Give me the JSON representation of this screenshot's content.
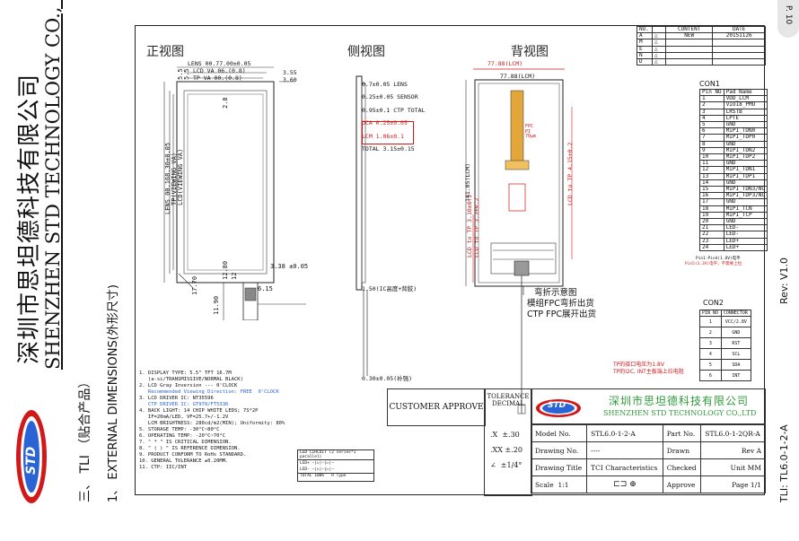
{
  "page": {
    "number": "P. 10",
    "company_cn": "深圳市思坦德科技有限公司",
    "company_en": "SHENZHEN STD TECHNOLOGY CO., LTD",
    "section": "三、 TLI （贴合产品）",
    "subsection": "1、 EXTERNAL DIMENSIONS(外形尺寸)",
    "model_footer": "TLI: TL6.0-1-2-A",
    "rev_footer": "Rev: V1.0",
    "logo_text": "STD"
  },
  "drawing": {
    "view_front": "正视图",
    "view_side": "侧视图",
    "view_back": "背视图",
    "dims_front": [
      "LENS 00.168.30±0.05",
      "TP(VIEWING VA)",
      "LCD(VIEWING VA)",
      "2.8",
      "5.5",
      "5.5",
      "17.70",
      "11.90",
      "6.15",
      "12",
      "12.80",
      "3.38 ±0.05"
    ],
    "dims_front_top": [
      "LENS 00.77.00±0.05",
      "LCD VA 06.(0.8)",
      "TP VA 00.(0.8)",
      "3.55",
      "3.60"
    ],
    "dims_side": [
      "0.7±0.05 LENS",
      "0.25±0.05 SENSOR",
      "0.95±0.1 CTP TOTAL",
      "OCA 0.25±0.05",
      "LCM 1.06±0.1",
      "TOTAL 3.15±0.15",
      "1.50(IC高度+背胶)",
      "0.30±0.05(补强)"
    ],
    "dims_back": [
      "77.88(LCM)",
      "141.05(LCM)",
      "LCD to TP 3.10±0.2",
      "LCD to TP 4.15±0.2",
      "LCD to TP 3.3±0.2"
    ],
    "bend_notes": [
      "弯折示意图",
      "模组FPC弯折出货",
      "CTP FPC展开出货"
    ],
    "fpc_label": "FPC\nPI\n70μm",
    "tp_notes": [
      "TP的接口电压为1.8V",
      "TP的I2C, INT主板端上拉电阻"
    ],
    "pin_notes": [
      "Pin1-Pin4(1.8V)电平",
      "Pin5(3.3V)电平，不需要上拉"
    ],
    "notes": [
      "1. DISPLAY TYPE: 5.5\" TFT 16.7M",
      "   (a-si/TRANSMISSIVE/NORMAL BLACK)",
      "2. LCD Gray Inversion --- 0'CLOCK",
      "   Recommended Viewing Direction: FREE  0'CLOCK",
      "3. LCD DRIVER IC: NT35596",
      "   CTP DRIVER IC: GT970/FT5336",
      "4. BACK LIGHT: 14 CHIP WHITE LEDS; 7S*2P",
      "   IF=20mA/LED, VF=25.7+/-1.2V",
      "   LCM BRIGHTNESS: 280cd/m2(MIN); Uniformity: 80%",
      "5. STORAGE TEMP: -30°C~80°C",
      "6. OPERATING TEMP: -20°C~70°C",
      "7. \" * \" IS CRITICAL DIMENSION.",
      "8. \" ( ) \" IS REFERENCE DIMENSION.",
      "9. PRODUCT CONFORM TO RoHs STANDARD.",
      "10. GENERAL TOLERANCE ±0.20MM.",
      "11. CTP: IIC/INT"
    ],
    "led_circuit": {
      "title": "LED CIRCUIT (2 series*1 parallel)",
      "row1": "LED+",
      "row2": "LED-",
      "foot1": "TOTAL 100%",
      "foot2": "R Type"
    }
  },
  "revision": {
    "headers": [
      "NO.",
      "CONTENT",
      "DATE"
    ],
    "letters": [
      "A",
      "M",
      "E",
      "N",
      "D"
    ],
    "rows": [
      [
        "",
        "NEW",
        "20151126"
      ],
      [
        "",
        "",
        ""
      ],
      [
        "",
        "",
        ""
      ],
      [
        "",
        "",
        ""
      ],
      [
        "",
        "",
        ""
      ]
    ]
  },
  "con1": {
    "title": "CON1",
    "header": [
      "Pin NO",
      "Pad Name"
    ],
    "pins": [
      [
        "1",
        "VDD_LCM"
      ],
      [
        "2",
        "VIO18_PMU"
      ],
      [
        "3",
        "LRSTB"
      ],
      [
        "4",
        "LPTE"
      ],
      [
        "5",
        "GND"
      ],
      [
        "6",
        "MIPI_TDN0"
      ],
      [
        "7",
        "MIPI_TDP0"
      ],
      [
        "8",
        "GND"
      ],
      [
        "9",
        "MIPI_TDN2"
      ],
      [
        "10",
        "MIPI_TDP2"
      ],
      [
        "11",
        "GND"
      ],
      [
        "12",
        "MIPI_TDN1"
      ],
      [
        "13",
        "MIPI_TDP1"
      ],
      [
        "14",
        "GND"
      ],
      [
        "15",
        "MIPI_TDN3/NC"
      ],
      [
        "16",
        "MIPI_TDP3/NC"
      ],
      [
        "17",
        "GND"
      ],
      [
        "18",
        "MIPI_TCN"
      ],
      [
        "19",
        "MIPI_TCP"
      ],
      [
        "20",
        "GND"
      ],
      [
        "21",
        "LED-"
      ],
      [
        "22",
        "LED-"
      ],
      [
        "23",
        "LED+"
      ],
      [
        "24",
        "LED+"
      ]
    ]
  },
  "con2": {
    "title": "CON2",
    "header": [
      "PIN NO",
      "CONNECTOR"
    ],
    "pins": [
      [
        "1",
        "VCC/2.8V"
      ],
      [
        "2",
        "GND"
      ],
      [
        "3",
        "RST"
      ],
      [
        "4",
        "SCL"
      ],
      [
        "5",
        "SDA"
      ],
      [
        "6",
        "INT"
      ]
    ]
  },
  "title_block": {
    "customer_approve": "CUSTOMER APPROVE",
    "tolerance": "TOLERANCE",
    "decimal": "DECIMAL",
    "tol_rows": [
      [
        ".X",
        "±.30"
      ],
      [
        ".XX",
        "±.20"
      ],
      [
        "∠",
        "±1/4°"
      ]
    ],
    "company_cn": "深圳市思坦德科技有限公司",
    "company_en": "SHENZHEN STD TECHNOLOGY CO.,LTD",
    "model_no_label": "Model No.",
    "model_no": "STL6.0-1-2-A",
    "part_no_label": "Part No.",
    "part_no": "STL6.0-1-2QR-A",
    "drawing_no_label": "Drawing No.",
    "drawing_no": "----",
    "drawn_label": "Drawn",
    "rev_label": "Rev",
    "rev": "A",
    "drawing_title_label": "Drawing Title",
    "drawing_title": "TCI   Characteristics",
    "checked_label": "Checked",
    "unit_label": "Unit",
    "unit": "MM",
    "scale_label": "Scale",
    "scale": "1:1",
    "approve_label": "Approve",
    "page_label": "Page",
    "page": "1/1"
  },
  "colors": {
    "red": "#d21919",
    "blue": "#2a63d4",
    "green": "#2f9a3c"
  }
}
